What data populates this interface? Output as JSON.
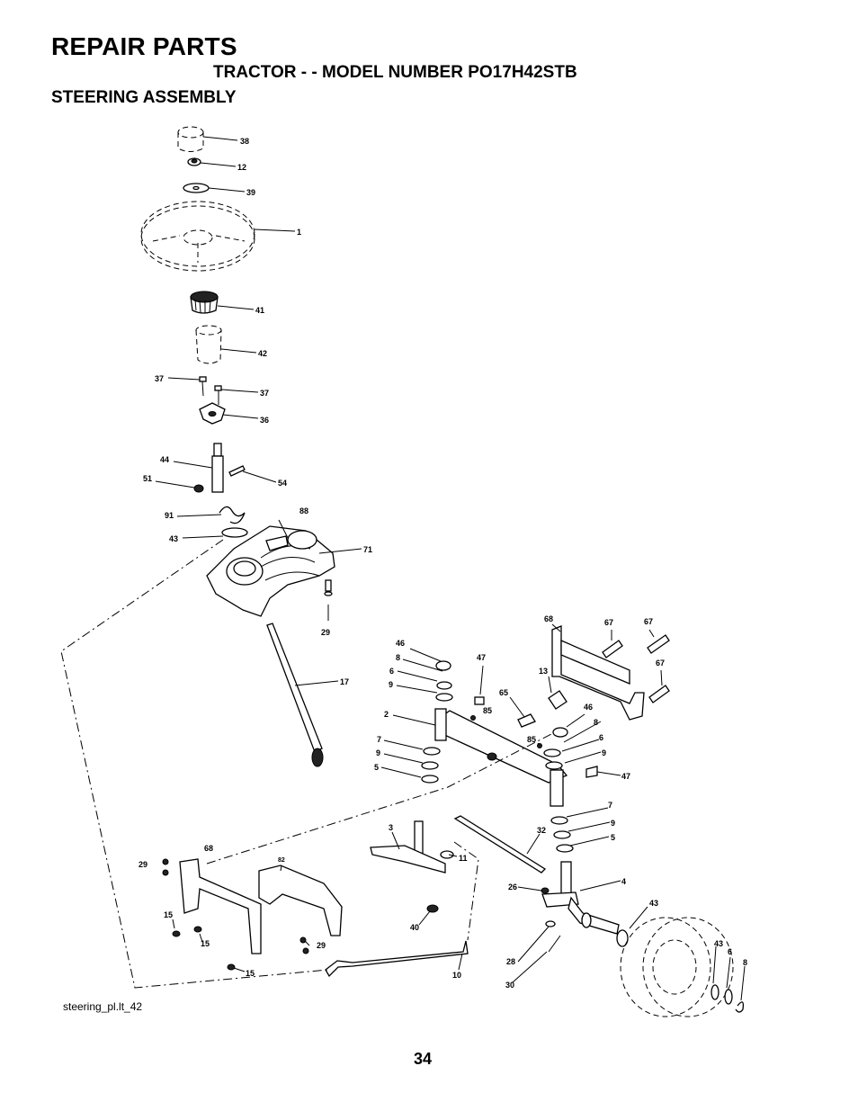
{
  "header": {
    "title": "REPAIR PARTS",
    "subtitle": "TRACTOR - - MODEL NUMBER PO17H42STB",
    "section": "STEERING ASSEMBLY"
  },
  "diagram_id": "steering_pl.lt_42",
  "page_number": "34",
  "callouts": [
    "38",
    "12",
    "39",
    "1",
    "41",
    "42",
    "37",
    "37",
    "36",
    "44",
    "54",
    "51",
    "91",
    "88",
    "43",
    "71",
    "29",
    "17",
    "68",
    "67",
    "67",
    "67",
    "46",
    "47",
    "13",
    "8",
    "6",
    "9",
    "65",
    "85",
    "2",
    "46",
    "8",
    "7",
    "85",
    "6",
    "9",
    "9",
    "5",
    "47",
    "7",
    "3",
    "32",
    "9",
    "5",
    "68",
    "82",
    "11",
    "29",
    "4",
    "26",
    "43",
    "15",
    "40",
    "29",
    "15",
    "43",
    "6",
    "8",
    "28",
    "15",
    "10",
    "30"
  ]
}
